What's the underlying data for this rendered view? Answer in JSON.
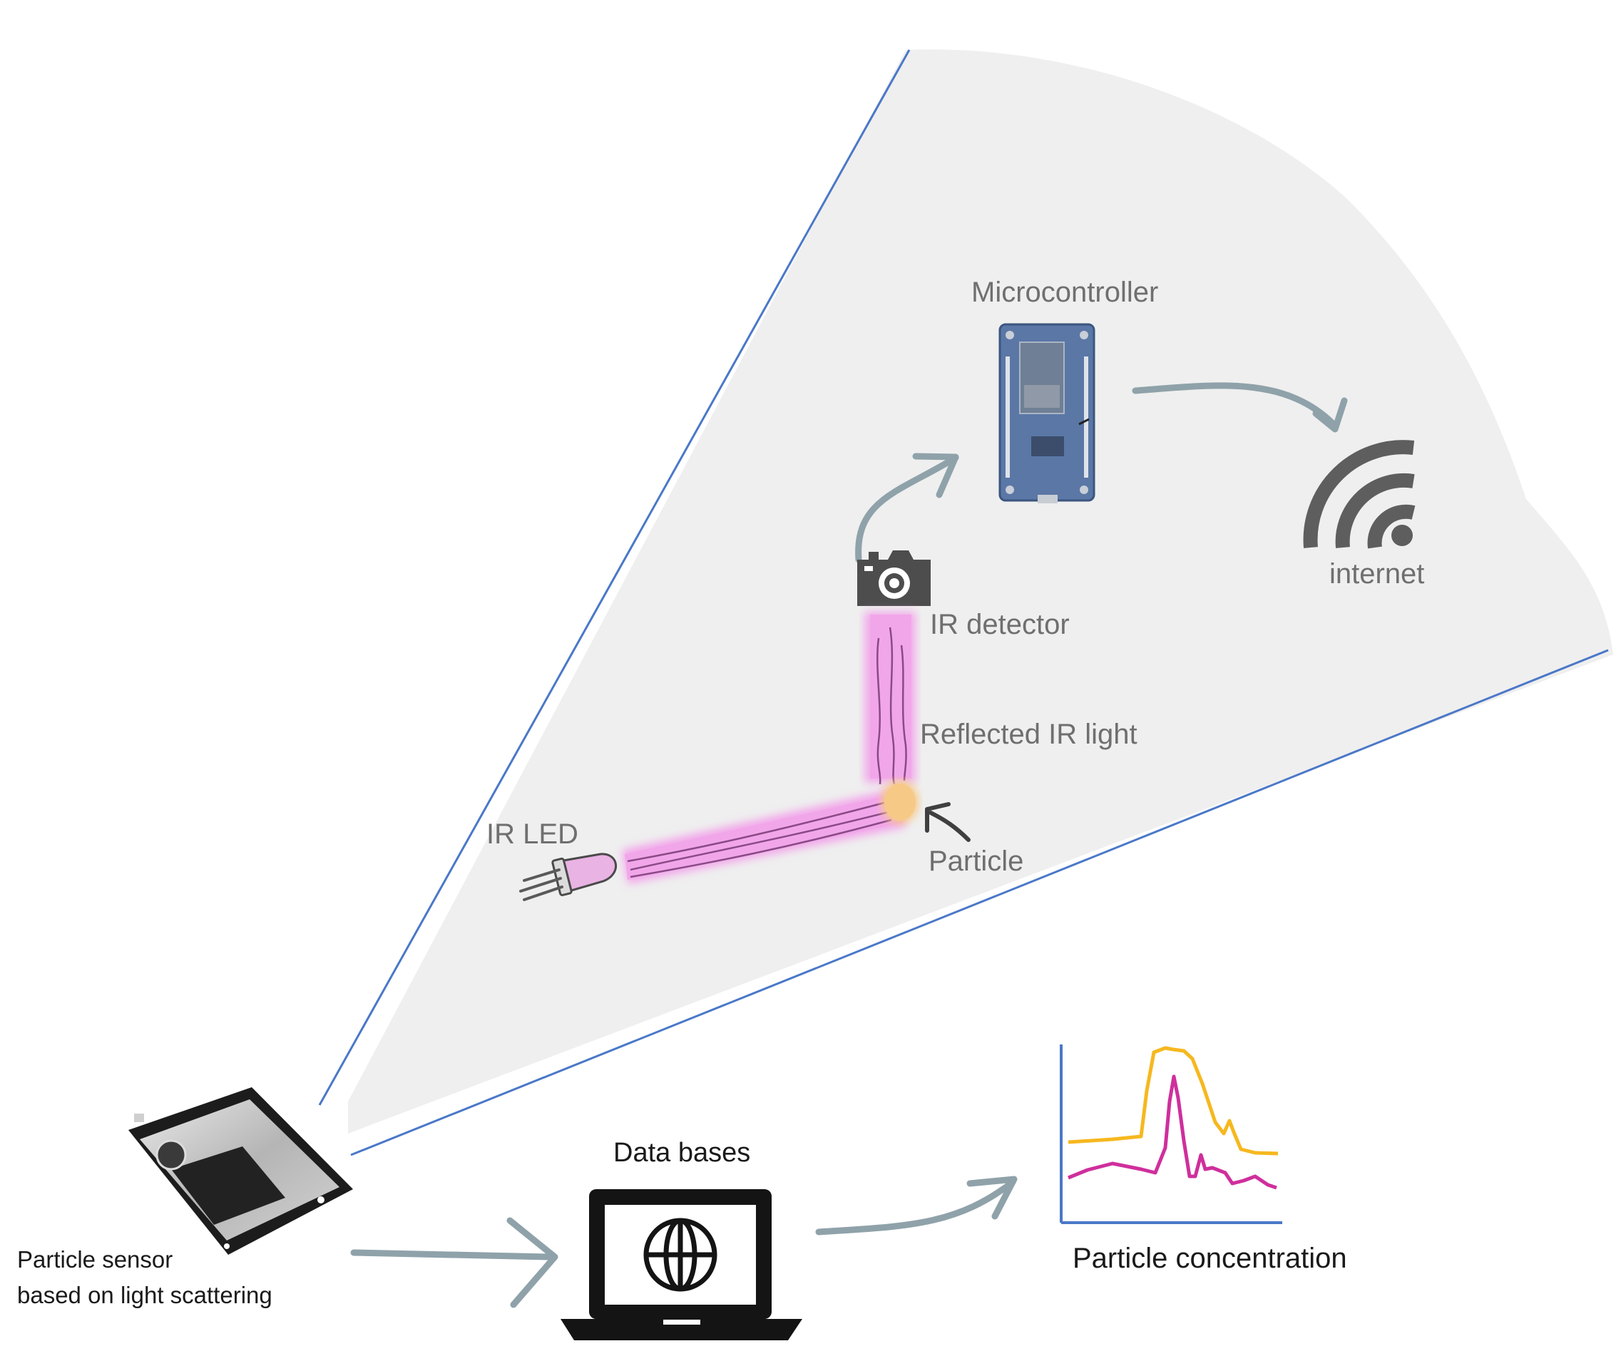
{
  "labels": {
    "microcontroller": "Microcontroller",
    "internet": "internet",
    "ir_detector": "IR detector",
    "reflected_ir_light": "Reflected IR light",
    "ir_led": "IR LED",
    "particle": "Particle",
    "data_bases": "Data bases",
    "particle_concentration": "Particle concentration",
    "particle_sensor_line1": "Particle sensor",
    "particle_sensor_line2": "based on light scattering"
  },
  "colors": {
    "cone_fill": "#efefef",
    "cone_edge": "#4a78c8",
    "arrow": "#8fa2aa",
    "ir_beam": "#f2a6ea",
    "particle": "#f7c987",
    "series_yellow": "#f6b81f",
    "series_magenta": "#cf2f9c",
    "icon_dark": "#1b1b1b",
    "icon_gray": "#5a5a5a",
    "board_blue": "#4d6a9a"
  },
  "icons": [
    "microcontroller-board-icon",
    "wifi-icon",
    "camera-icon",
    "ir-led-icon",
    "laptop-globe-icon",
    "particle-sensor-icon",
    "mini-chart-icon"
  ]
}
